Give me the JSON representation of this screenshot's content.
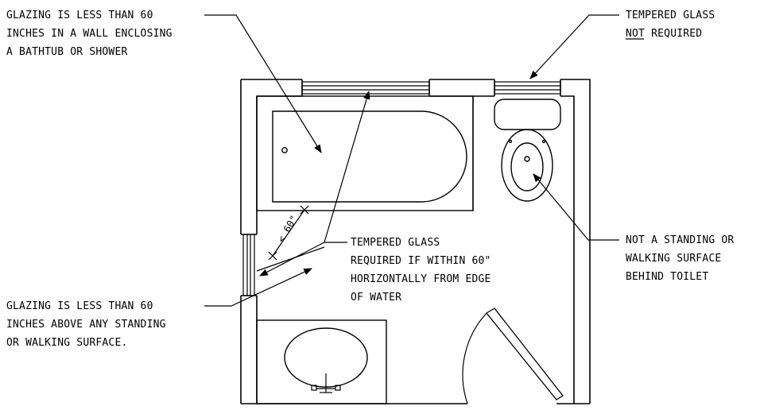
{
  "notes": {
    "tub_wall": {
      "lines": [
        "GLAZING IS LESS THAN 60",
        "INCHES IN A WALL ENCLOSING",
        "A BATHTUB OR SHOWER"
      ]
    },
    "not_required": {
      "line1": "TEMPERED GLASS",
      "line2_underlined": "NOT",
      "line2_rest": " REQUIRED"
    },
    "toilet": {
      "lines": [
        "NOT A STANDING OR",
        "WALKING SURFACE",
        "BEHIND TOILET"
      ]
    },
    "standing_surface": {
      "lines": [
        "GLAZING IS LESS THAN 60",
        "INCHES ABOVE ANY STANDING",
        "OR WALKING SURFACE."
      ]
    },
    "tempered_required": {
      "lines": [
        "TEMPERED GLASS",
        "REQUIRED IF WITHIN 60\"",
        "HORIZONTALLY FROM EDGE",
        "OF WATER"
      ]
    },
    "dimension": "< 60\""
  },
  "colors": {
    "line": "#000000",
    "background": "#ffffff"
  }
}
